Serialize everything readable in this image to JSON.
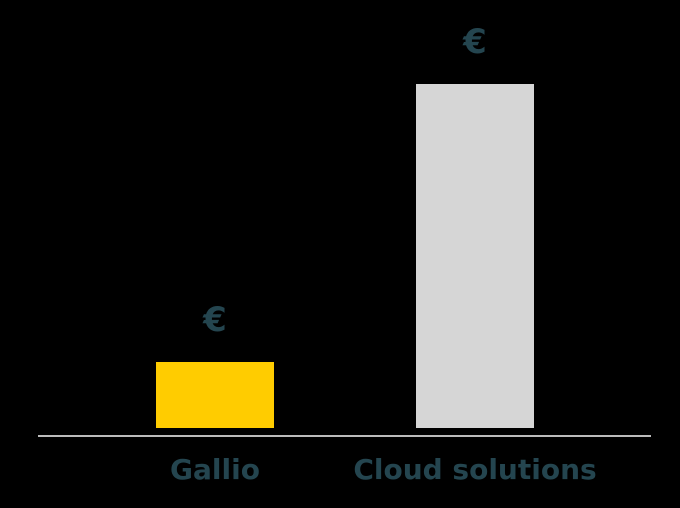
{
  "chart_data": {
    "type": "bar",
    "title": "",
    "xlabel": "",
    "ylabel": "",
    "categories": [
      "Gallio",
      "Cloud solutions"
    ],
    "values": [
      66,
      344
    ],
    "value_labels": [
      "€",
      "€"
    ],
    "ylim": [
      0,
      350
    ],
    "grid": false,
    "legend": null,
    "colors": [
      "#FFCC00",
      "#D6D6D6"
    ]
  },
  "style": {
    "background": "#000000",
    "text_color": "#24454F",
    "axis_color": "#BBBBBB"
  }
}
